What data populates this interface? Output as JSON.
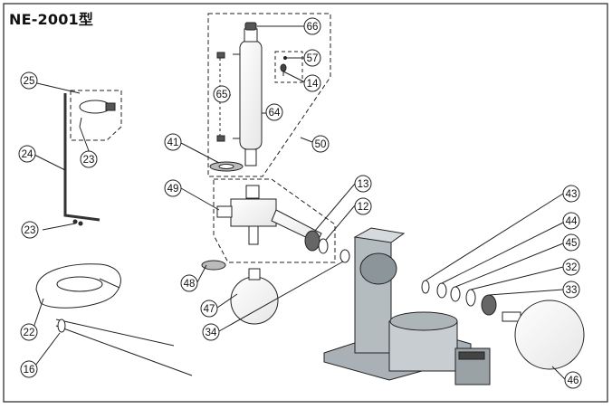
{
  "title": "NE-2001型",
  "parts": [
    "66",
    "57",
    "14",
    "65",
    "64",
    "50",
    "41",
    "13",
    "12",
    "49",
    "43",
    "44",
    "45",
    "32",
    "33",
    "48",
    "47",
    "34",
    "46",
    "25",
    "24",
    "23",
    "23",
    "22",
    "16"
  ]
}
